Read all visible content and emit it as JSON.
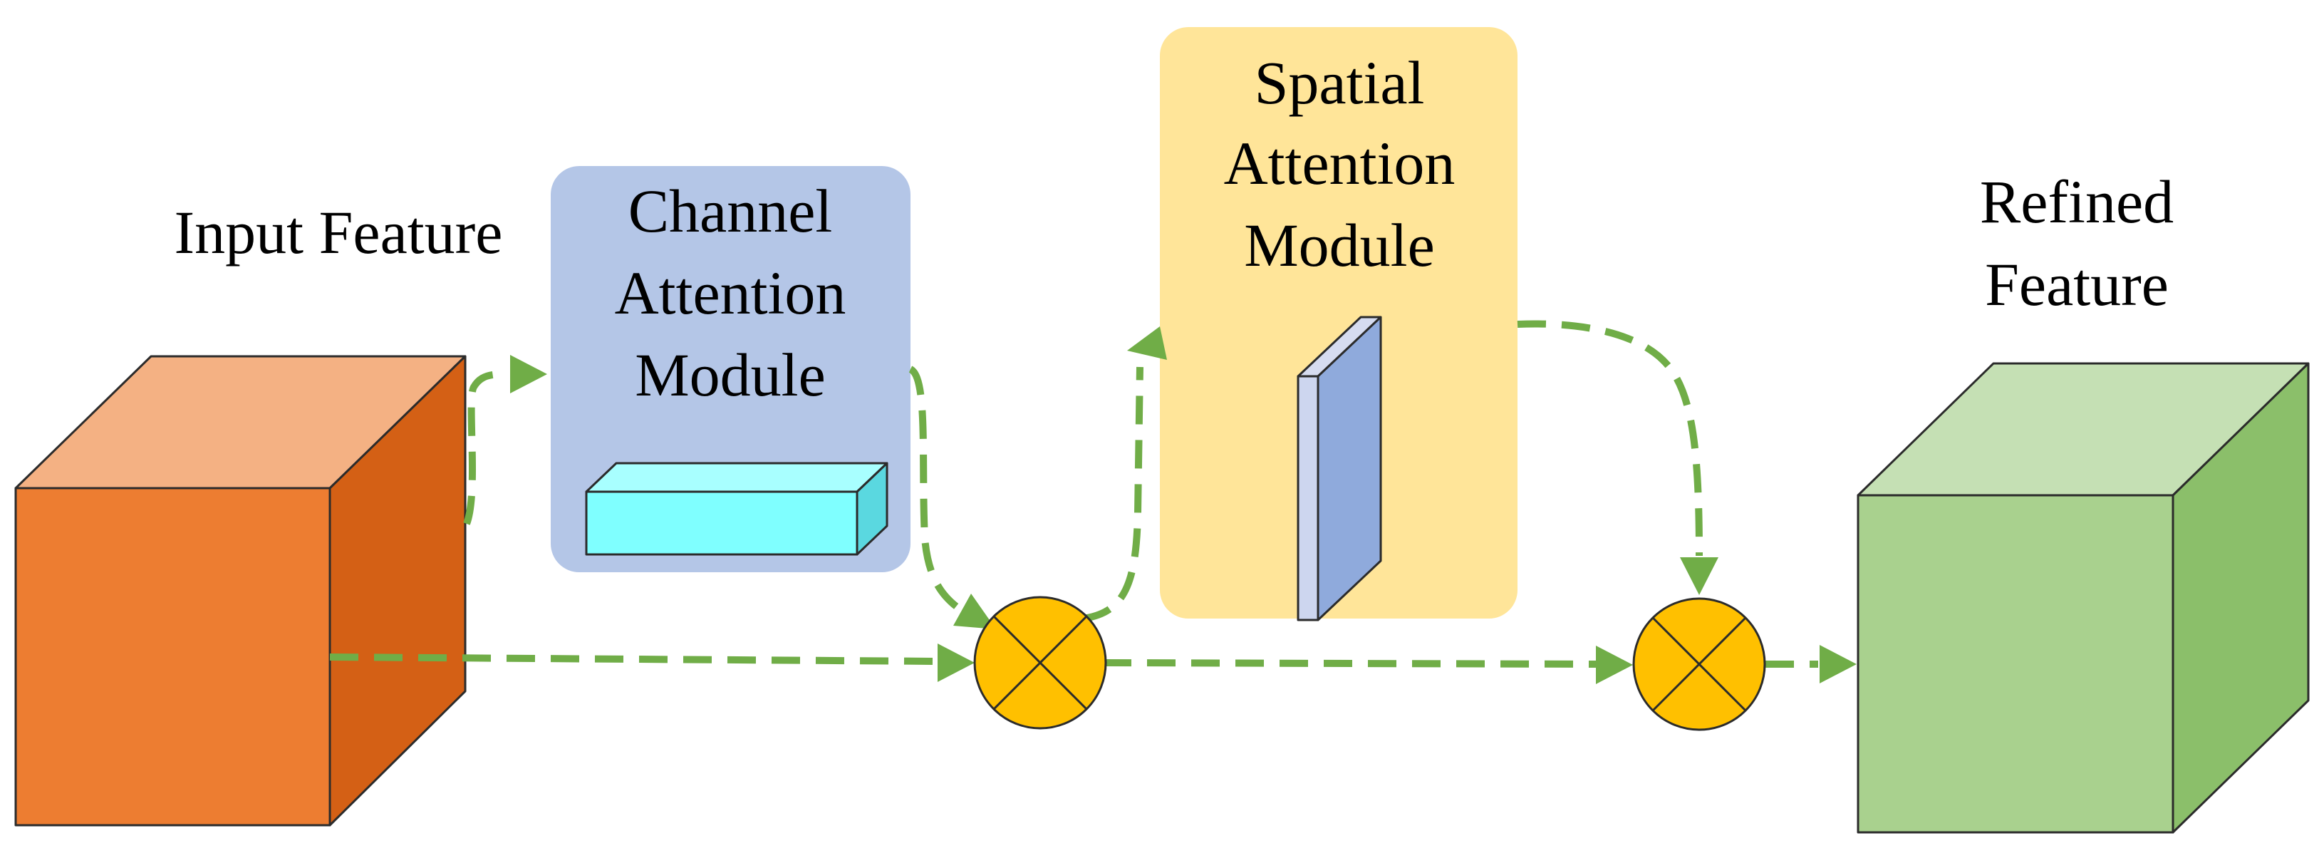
{
  "labels": {
    "input_feature": "Input Feature",
    "channel_module": [
      "Channel",
      "Attention",
      "Module"
    ],
    "spatial_module": [
      "Spatial",
      "Attention",
      "Module"
    ],
    "refined_feature": [
      "Refined",
      "Feature"
    ]
  },
  "nodes": {
    "input_cube": {
      "shape": "cube",
      "front": "#ed7d31",
      "top": "#f4b183",
      "side": "#d46015"
    },
    "channel_box": {
      "fill": "#b4c6e7",
      "inner_shape": "flat-cuboid",
      "inner_front": "#7fffff",
      "inner_top": "#a8ffff",
      "inner_side": "#5ad8e0"
    },
    "spatial_box": {
      "fill": "#ffe599",
      "inner_shape": "thin-slab",
      "inner_front": "#8faadc",
      "inner_top": "#d6dcf0",
      "inner_side": "#cdd6ef"
    },
    "multiply_1": {
      "symbol": "⊗",
      "fill": "#ffc000"
    },
    "multiply_2": {
      "symbol": "⊗",
      "fill": "#ffc000"
    },
    "refined_cube": {
      "shape": "cube",
      "front": "#a9d18e",
      "top": "#c5e0b4",
      "side": "#8bbf6a"
    }
  },
  "connectors": {
    "color": "#70ad47",
    "style": "dashed-arrow"
  }
}
